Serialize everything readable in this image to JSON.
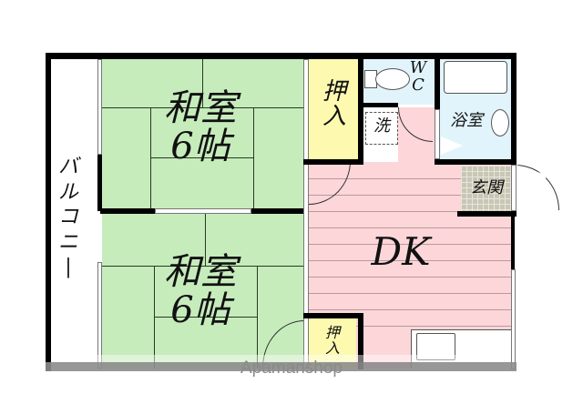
{
  "floorplan": {
    "colors": {
      "tatami": "#c6ecbc",
      "closet": "#fdfab0",
      "dk": "#fdd6da",
      "wet": "#e2f4fb",
      "genkan": "#c9c6b5",
      "wall": "#000000",
      "base_strip": "#8c8c8c"
    },
    "rooms": {
      "washitsu_top": {
        "label": "和室\n6帖"
      },
      "washitsu_bottom": {
        "label": "和室\n6帖"
      },
      "oshiire_top": {
        "label": "押\n入"
      },
      "oshiire_bottom": {
        "label": "押\n入"
      },
      "wc": {
        "label": "W\nC"
      },
      "sentaku": {
        "label": "洗"
      },
      "yokushitsu": {
        "label": "浴室"
      },
      "genkan": {
        "label": "玄関"
      },
      "dk": {
        "label": "DK"
      },
      "balcony": {
        "label": "バ\nル\nコ\nニ\n|"
      }
    },
    "watermark": "Apamanshop"
  }
}
